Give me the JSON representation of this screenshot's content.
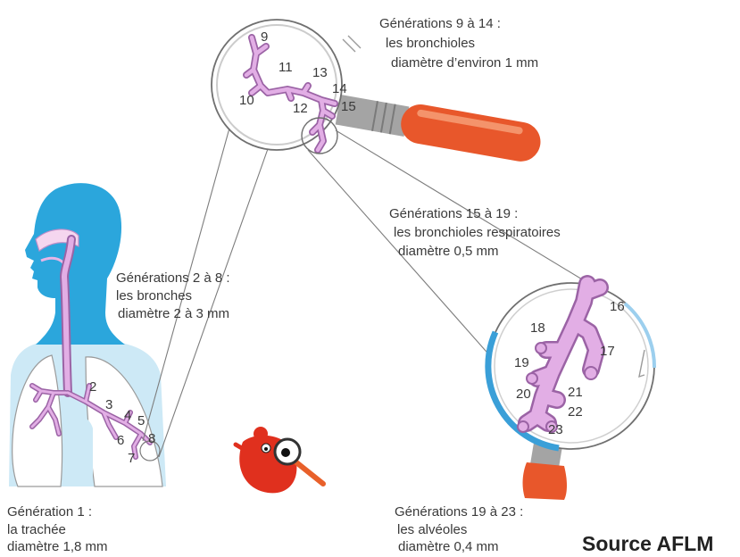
{
  "labels": {
    "gen_9_14": {
      "title": "Générations 9 à 14 :",
      "name": "les bronchioles",
      "diameter": "diamètre d’environ 1 mm"
    },
    "gen_15_19": {
      "title": "Générations 15 à 19 :",
      "name": "les bronchioles respiratoires",
      "diameter": "diamètre 0,5 mm"
    },
    "gen_2_8": {
      "title": "Générations 2 à 8 :",
      "name": "les bronches",
      "diameter": "diamètre 2 à 3 mm"
    },
    "gen_1": {
      "title": "Génération 1 :",
      "name": "la trachée",
      "diameter": "diamètre 1,8 mm"
    },
    "gen_19_23": {
      "title": "Générations 19 à 23 :",
      "name": "les alvéoles",
      "diameter": "diamètre 0,4 mm"
    }
  },
  "numbers": {
    "bronchi": [
      "2",
      "3",
      "4",
      "5",
      "6",
      "7",
      "8"
    ],
    "bronchioles": [
      "9",
      "10",
      "11",
      "12",
      "13",
      "14",
      "15"
    ],
    "respiratory_bronchioles": [
      "16",
      "17",
      "18",
      "19",
      "20",
      "21",
      "22",
      "23"
    ]
  },
  "source": "Source AFLM",
  "colors": {
    "body": "#2ba6dc",
    "torso": "#cde9f6",
    "airway_fill": "#e2aee5",
    "airway_outline": "#9b63a5",
    "handle": "#e8572b",
    "text": "#3a3a3a"
  }
}
